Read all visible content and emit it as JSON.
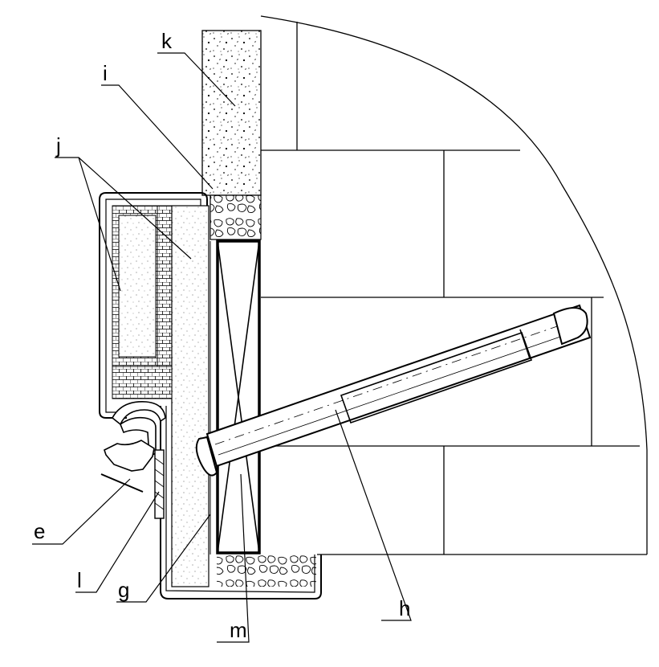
{
  "labels": {
    "k": "k",
    "i": "i",
    "j": "j",
    "e": "e",
    "l": "l",
    "g": "g",
    "m": "m",
    "h": "h"
  },
  "colors": {
    "ink": "#000000",
    "paper": "#ffffff",
    "hatch": "#444444"
  }
}
